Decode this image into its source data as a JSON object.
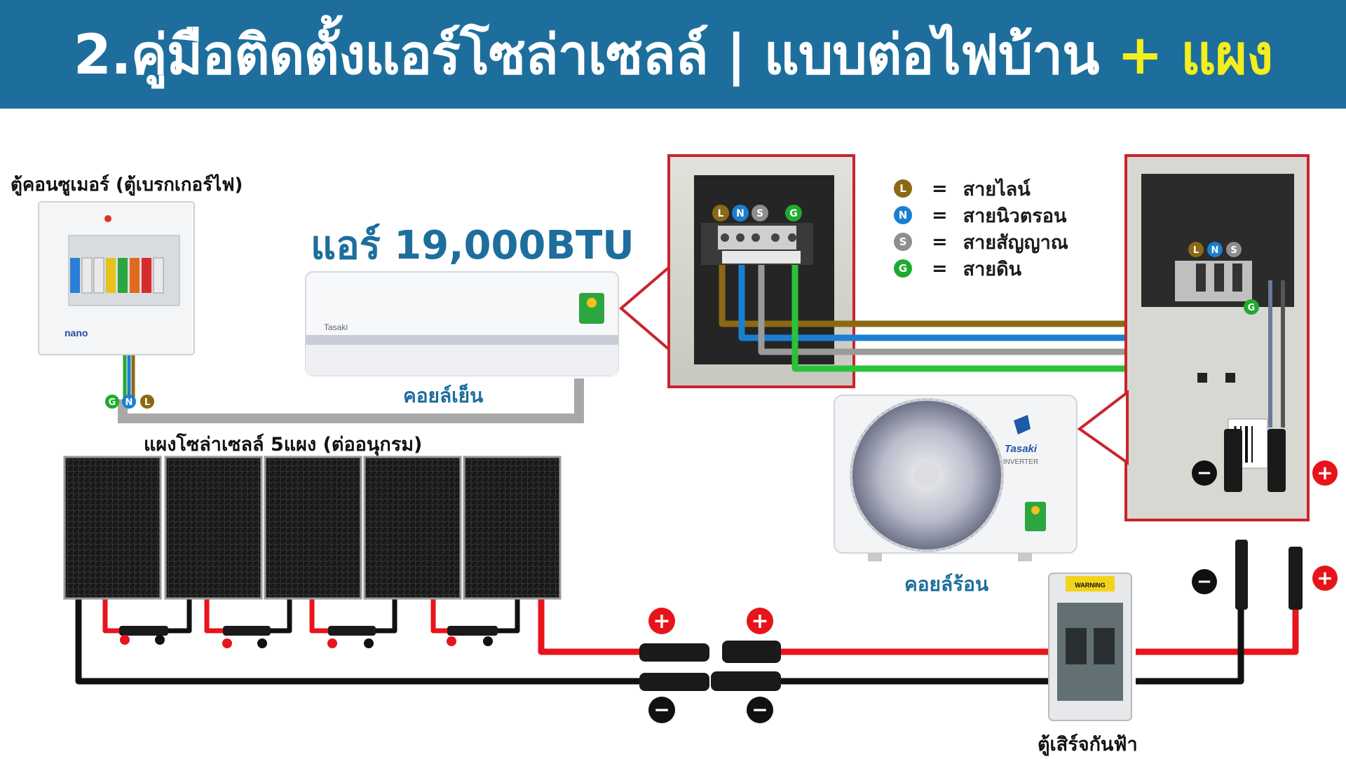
{
  "header": {
    "title_main": "2.คู่มือติดตั้งแอร์โซล่าเซลล์ | แบบต่อไฟบ้าน",
    "title_accent": "+ แผง"
  },
  "labels": {
    "consumer_unit": "ตู้คอนซูเมอร์ (ตู้เบรกเกอร์ไฟ)",
    "ac_title": "แอร์ 19,000BTU",
    "indoor_coil": "คอยล์เย็น",
    "outdoor_coil": "คอยล์ร้อน",
    "solar_panels": "แผงโซล่าเซลล์ 5แผง (ต่ออนุกรม)",
    "surge_box": "ตู้เสิร์จกันฟ้า"
  },
  "brands": {
    "consumer_unit": "nano",
    "indoor_unit": "Tasaki",
    "outdoor_unit": "Tasaki",
    "outdoor_inverter": "INVERTER",
    "surge_warning": "WARNING"
  },
  "legend": [
    {
      "code": "L",
      "eq": "=",
      "label": "สายไลน์",
      "color": "#8b6914"
    },
    {
      "code": "N",
      "eq": "=",
      "label": "สายนิวตรอน",
      "color": "#1a7fd0"
    },
    {
      "code": "S",
      "eq": "=",
      "label": "สายสัญญาณ",
      "color": "#8e8e8e"
    },
    {
      "code": "G",
      "eq": "=",
      "label": "สายดิน",
      "color": "#1faa2e"
    }
  ],
  "wire_colors": {
    "line": "#8b6914",
    "neutral": "#1a7fd0",
    "signal": "#9a9a9a",
    "ground": "#2bc23a",
    "dc_positive": "#e8141b",
    "dc_negative": "#111111"
  },
  "terminal_codes": [
    "L",
    "N",
    "S",
    "G"
  ],
  "polarity": {
    "positive": "+",
    "negative": "−"
  }
}
